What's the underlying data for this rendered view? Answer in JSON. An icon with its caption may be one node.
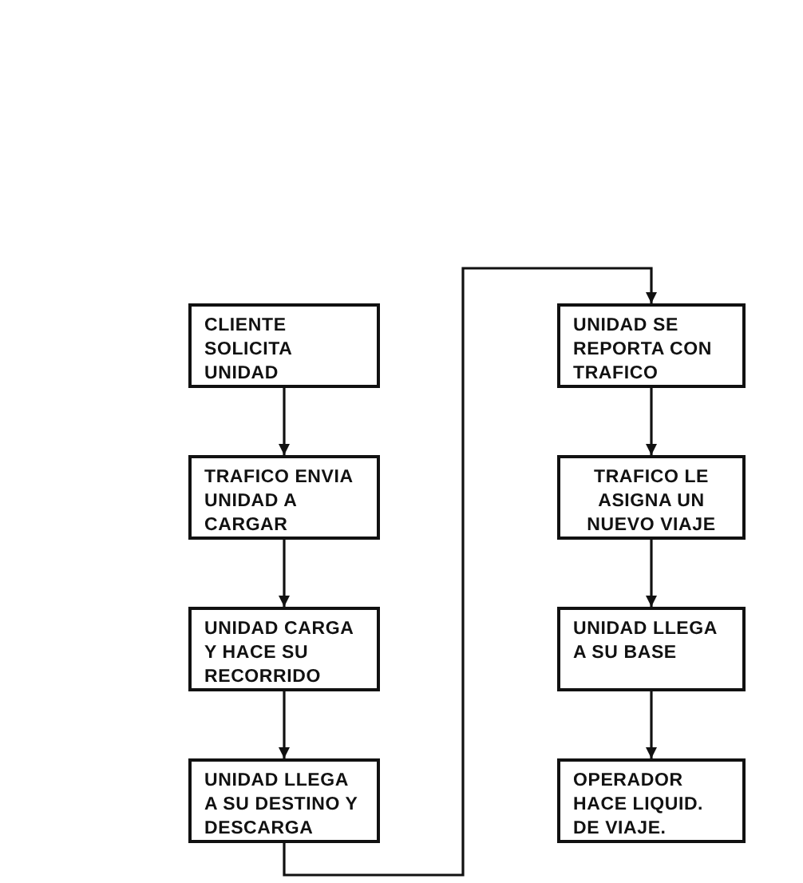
{
  "diagram": {
    "nodes": [
      {
        "text": [
          "CLIENTE SOLICITA UNIDAD"
        ]
      },
      {
        "text": [
          "TRAFICO ENVIA UNIDAD A CARGAR"
        ]
      },
      {
        "text": [
          "UNIDAD CARGA Y HACE SU RECORRIDO"
        ]
      },
      {
        "text": [
          "UNIDAD LLEGA A SU DESTINO Y DESCARGA"
        ]
      },
      {
        "text": [
          "UNIDAD SE REPORTA CON TRAFICO"
        ]
      },
      {
        "text": [
          "TRAFICO LE ASIGNA UN NUEVO VIAJE"
        ]
      },
      {
        "text": [
          "UNIDAD LLEGA A SU BASE"
        ]
      },
      {
        "text": [
          "OPERADOR HACE LIQUID. DE VIAJE."
        ]
      }
    ],
    "edges": [
      {
        "from": 0,
        "to": 1,
        "arrow": "to"
      },
      {
        "from": 1,
        "to": 2,
        "arrow": "to"
      },
      {
        "from": 2,
        "to": 3,
        "arrow": "to"
      },
      {
        "from": 3,
        "to": 4,
        "arrow": "to"
      },
      {
        "from": 4,
        "to": 5,
        "arrow": "to"
      },
      {
        "from": 5,
        "to": 6,
        "arrow": "to"
      },
      {
        "from": 6,
        "to": 7,
        "arrow": "to"
      }
    ]
  }
}
